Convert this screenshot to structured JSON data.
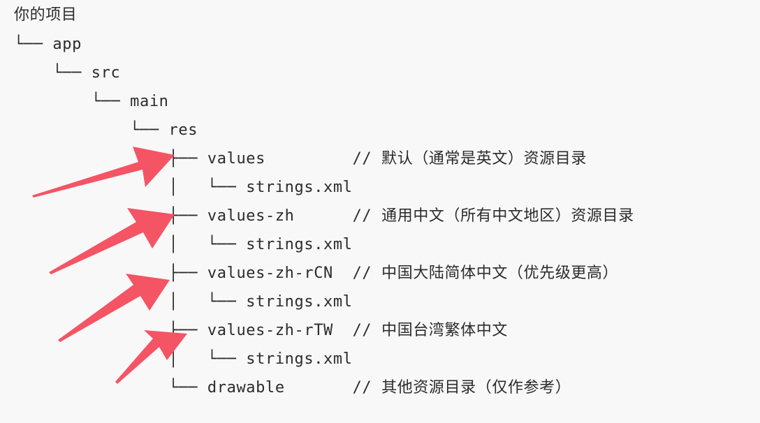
{
  "tree": {
    "lines": [
      "你的项目",
      "└── app",
      "    └── src",
      "        └── main",
      "            └── res",
      "                ├── values         // 默认（通常是英文）资源目录",
      "                │   └── strings.xml",
      "                ├── values-zh      // 通用中文（所有中文地区）资源目录",
      "                │   └── strings.xml",
      "                ├── values-zh-rCN  // 中国大陆简体中文（优先级更高）",
      "                │   └── strings.xml",
      "                ├── values-zh-rTW  // 中国台湾繁体中文",
      "                │   └── strings.xml",
      "                └── drawable       // 其他资源目录（仅作参考）"
    ]
  },
  "colors": {
    "background": "#f8f8f8",
    "text": "#2b2b2b",
    "arrow": "#f45464"
  }
}
